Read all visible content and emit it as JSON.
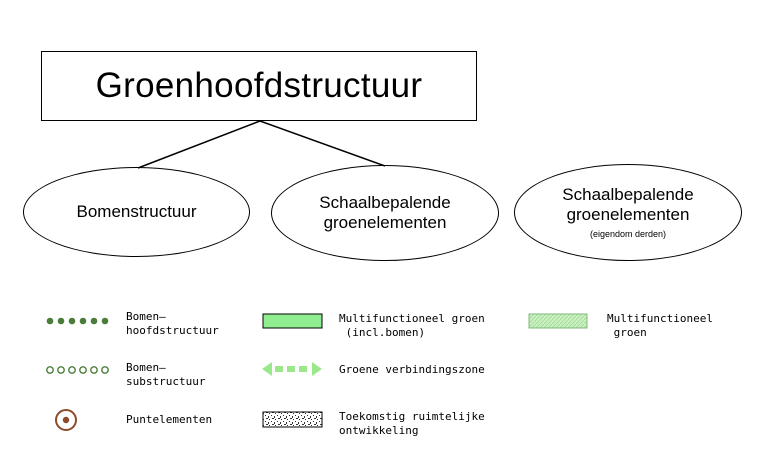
{
  "diagram": {
    "title": "Groenhoofdstructuur",
    "nodes": [
      {
        "id": "bomenstructuur",
        "lines": [
          "Bomenstructuur"
        ]
      },
      {
        "id": "schaalbepalende-1",
        "lines": [
          "Schaalbepalende",
          "groenelementen"
        ]
      },
      {
        "id": "schaalbepalende-2",
        "lines": [
          "Schaalbepalende",
          "groenelementen"
        ],
        "note": "(eigendom derden)"
      }
    ]
  },
  "legend": {
    "bomen_hoofdstructuur": "Bomen—\nhoofdstructuur",
    "bomen_substructuur": "Bomen—\nsubstructuur",
    "puntelementen": "Puntelementen",
    "multifunctioneel_incl": "Multifunctioneel groen\n (incl.bomen)",
    "groene_verbindingszone": "Groene verbindingszone",
    "toekomstig": "Toekomstig ruimtelijke\nontwikkeling",
    "multifunctioneel_derden": "Multifunctioneel\n groen"
  },
  "colors": {
    "dark_green": "#4a7d3a",
    "light_green": "#90ee90",
    "arrow_green": "#9be88a",
    "hatched_green": "#c9f0c0",
    "point_brown": "#8b4a2b"
  }
}
